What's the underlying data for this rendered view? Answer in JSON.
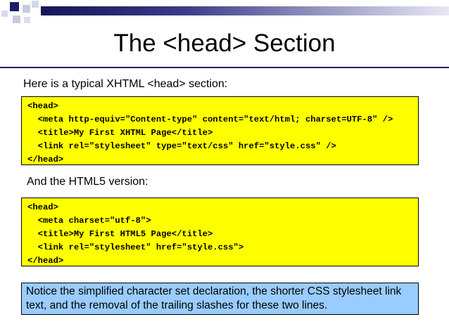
{
  "slide": {
    "title": "The <head> Section",
    "xhtml_caption": "Here is a typical XHTML <head> section:",
    "xhtml_code": [
      "<head>",
      "  <meta http-equiv=\"Content-type\" content=\"text/html; charset=UTF-8\" />",
      "  <title>My First XHTML Page</title>",
      "  <link rel=\"stylesheet\" type=\"text/css\" href=\"style.css\" />",
      "</head>"
    ],
    "html5_caption": "And the HTML5 version:",
    "html5_code": [
      "<head>",
      "  <meta charset=\"utf-8\">",
      "  <title>My First HTML5 Page</title>",
      "  <link rel=\"stylesheet\" href=\"style.css\">",
      "</head>"
    ],
    "note": "Notice the simplified character set declaration, the shorter CSS stylesheet link text, and the removal of the trailing slashes for these two lines."
  },
  "colors": {
    "code_background": "#ffff00",
    "note_background": "#99ccff",
    "header_bar": "#1c1c6a"
  }
}
